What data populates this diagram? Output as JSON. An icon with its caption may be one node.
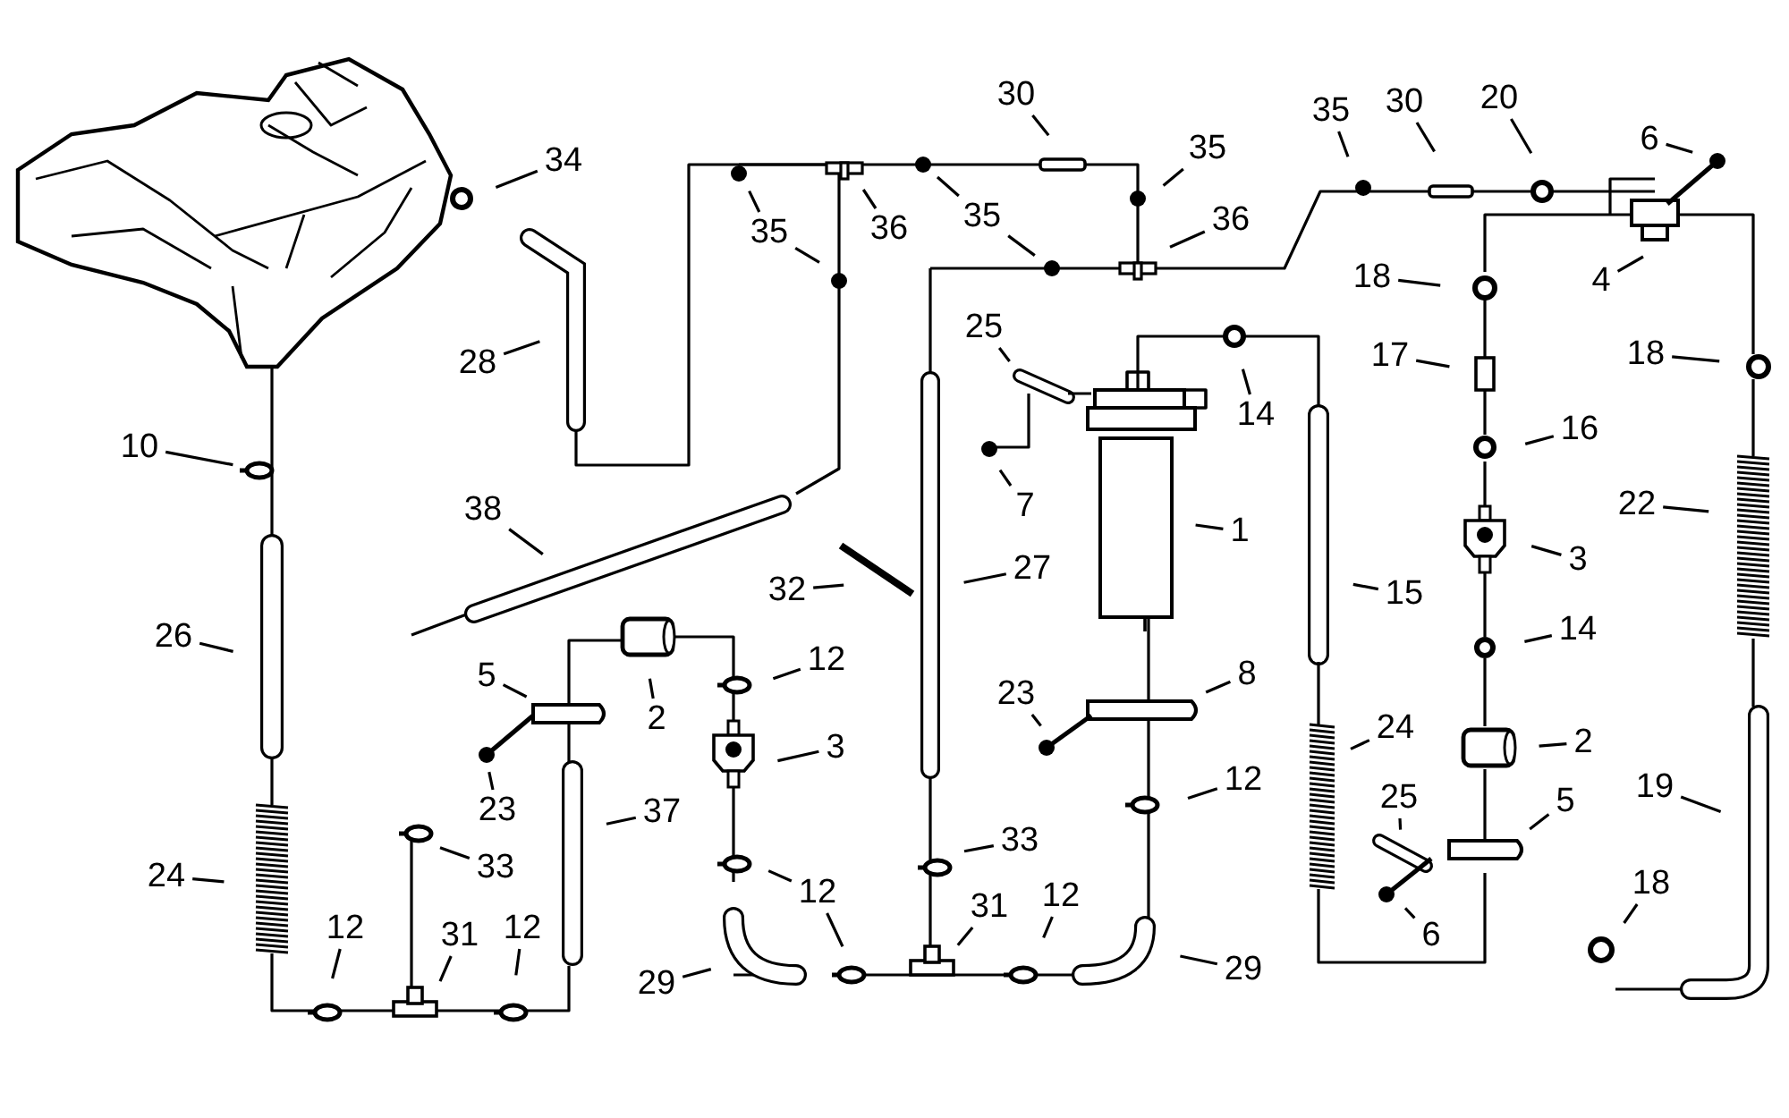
{
  "diagram": {
    "nodes": [
      {
        "text": [
          "30"
        ]
      },
      {
        "text": [
          "20"
        ]
      },
      {
        "text": [
          "35"
        ]
      },
      {
        "text": [
          "30"
        ]
      },
      {
        "text": [
          "6"
        ]
      },
      {
        "text": [
          "34"
        ]
      },
      {
        "text": [
          "35"
        ]
      },
      {
        "text": [
          "35"
        ]
      },
      {
        "text": [
          "36"
        ]
      },
      {
        "text": [
          "35"
        ]
      },
      {
        "text": [
          "36"
        ]
      },
      {
        "text": [
          "28"
        ]
      },
      {
        "text": [
          "18"
        ]
      },
      {
        "text": [
          "4"
        ]
      },
      {
        "text": [
          "25"
        ]
      },
      {
        "text": [
          "14"
        ]
      },
      {
        "text": [
          "17"
        ]
      },
      {
        "text": [
          "18"
        ]
      },
      {
        "text": [
          "10"
        ]
      },
      {
        "text": [
          "7"
        ]
      },
      {
        "text": [
          "16"
        ]
      },
      {
        "text": [
          "38"
        ]
      },
      {
        "text": [
          "1"
        ]
      },
      {
        "text": [
          "22"
        ]
      },
      {
        "text": [
          "3"
        ]
      },
      {
        "text": [
          "32"
        ]
      },
      {
        "text": [
          "27"
        ]
      },
      {
        "text": [
          "15"
        ]
      },
      {
        "text": [
          "26"
        ]
      },
      {
        "text": [
          "5"
        ]
      },
      {
        "text": [
          "12"
        ]
      },
      {
        "text": [
          "8"
        ]
      },
      {
        "text": [
          "14"
        ]
      },
      {
        "text": [
          "2"
        ]
      },
      {
        "text": [
          "23"
        ]
      },
      {
        "text": [
          "3"
        ]
      },
      {
        "text": [
          "2"
        ]
      },
      {
        "text": [
          "24"
        ]
      },
      {
        "text": [
          "23"
        ]
      },
      {
        "text": [
          "37"
        ]
      },
      {
        "text": [
          "12"
        ]
      },
      {
        "text": [
          "5"
        ]
      },
      {
        "text": [
          "19"
        ]
      },
      {
        "text": [
          "25"
        ]
      },
      {
        "text": [
          "33"
        ]
      },
      {
        "text": [
          "33"
        ]
      },
      {
        "text": [
          "24"
        ]
      },
      {
        "text": [
          "12"
        ]
      },
      {
        "text": [
          "6"
        ]
      },
      {
        "text": [
          "18"
        ]
      },
      {
        "text": [
          "12"
        ]
      },
      {
        "text": [
          "31"
        ]
      },
      {
        "text": [
          "12"
        ]
      },
      {
        "text": [
          "12"
        ]
      },
      {
        "text": [
          "31"
        ]
      },
      {
        "text": [
          "29"
        ]
      },
      {
        "text": [
          "29"
        ]
      }
    ],
    "edges": [
      {
        "from": 0,
        "to": null,
        "arrow": "none"
      },
      {
        "from": 1,
        "to": null,
        "arrow": "none"
      },
      {
        "from": 2,
        "to": null,
        "arrow": "none"
      },
      {
        "from": 3,
        "to": null,
        "arrow": "none"
      },
      {
        "from": 4,
        "to": null,
        "arrow": "none"
      },
      {
        "from": 5,
        "to": null,
        "arrow": "none"
      },
      {
        "from": 6,
        "to": null,
        "arrow": "none"
      },
      {
        "from": 7,
        "to": null,
        "arrow": "none"
      },
      {
        "from": 7,
        "to": null,
        "arrow": "none"
      },
      {
        "from": 8,
        "to": null,
        "arrow": "none"
      },
      {
        "from": 9,
        "to": null,
        "arrow": "none"
      },
      {
        "from": 9,
        "to": null,
        "arrow": "none"
      },
      {
        "from": 10,
        "to": null,
        "arrow": "none"
      },
      {
        "from": 11,
        "to": null,
        "arrow": "none"
      },
      {
        "from": 12,
        "to": null,
        "arrow": "none"
      },
      {
        "from": 13,
        "to": null,
        "arrow": "none"
      },
      {
        "from": 14,
        "to": null,
        "arrow": "none"
      },
      {
        "from": 15,
        "to": null,
        "arrow": "none"
      },
      {
        "from": 16,
        "to": null,
        "arrow": "none"
      },
      {
        "from": 17,
        "to": null,
        "arrow": "none"
      },
      {
        "from": 18,
        "to": null,
        "arrow": "none"
      },
      {
        "from": 19,
        "to": null,
        "arrow": "none"
      },
      {
        "from": 20,
        "to": null,
        "arrow": "none"
      },
      {
        "from": 21,
        "to": null,
        "arrow": "none"
      },
      {
        "from": 22,
        "to": null,
        "arrow": "none"
      },
      {
        "from": 23,
        "to": null,
        "arrow": "none"
      },
      {
        "from": 24,
        "to": null,
        "arrow": "none"
      },
      {
        "from": 25,
        "to": null,
        "arrow": "none"
      },
      {
        "from": 26,
        "to": null,
        "arrow": "none"
      },
      {
        "from": 27,
        "to": null,
        "arrow": "none"
      },
      {
        "from": 28,
        "to": null,
        "arrow": "none"
      },
      {
        "from": 29,
        "to": null,
        "arrow": "none"
      },
      {
        "from": 30,
        "to": null,
        "arrow": "none"
      },
      {
        "from": 31,
        "to": null,
        "arrow": "none"
      },
      {
        "from": 32,
        "to": null,
        "arrow": "none"
      },
      {
        "from": 33,
        "to": null,
        "arrow": "none"
      },
      {
        "from": 34,
        "to": null,
        "arrow": "none"
      },
      {
        "from": 35,
        "to": null,
        "arrow": "none"
      },
      {
        "from": 36,
        "to": null,
        "arrow": "none"
      },
      {
        "from": 37,
        "to": null,
        "arrow": "none"
      },
      {
        "from": 38,
        "to": null,
        "arrow": "none"
      },
      {
        "from": 39,
        "to": null,
        "arrow": "none"
      },
      {
        "from": 40,
        "to": null,
        "arrow": "none"
      },
      {
        "from": 41,
        "to": null,
        "arrow": "none"
      },
      {
        "from": 42,
        "to": null,
        "arrow": "none"
      },
      {
        "from": 43,
        "to": null,
        "arrow": "none"
      },
      {
        "from": 44,
        "to": null,
        "arrow": "none"
      },
      {
        "from": 45,
        "to": null,
        "arrow": "none"
      },
      {
        "from": 46,
        "to": null,
        "arrow": "none"
      },
      {
        "from": 47,
        "to": null,
        "arrow": "none"
      },
      {
        "from": 47,
        "to": null,
        "arrow": "none"
      },
      {
        "from": 48,
        "to": null,
        "arrow": "none"
      },
      {
        "from": 49,
        "to": null,
        "arrow": "none"
      },
      {
        "from": 50,
        "to": null,
        "arrow": "none"
      },
      {
        "from": 51,
        "to": null,
        "arrow": "none"
      },
      {
        "from": 52,
        "to": null,
        "arrow": "none"
      },
      {
        "from": 53,
        "to": null,
        "arrow": "none"
      },
      {
        "from": 54,
        "to": null,
        "arrow": "none"
      },
      {
        "from": 55,
        "to": null,
        "arrow": "none"
      },
      {
        "from": 56,
        "to": null,
        "arrow": "none"
      }
    ]
  }
}
